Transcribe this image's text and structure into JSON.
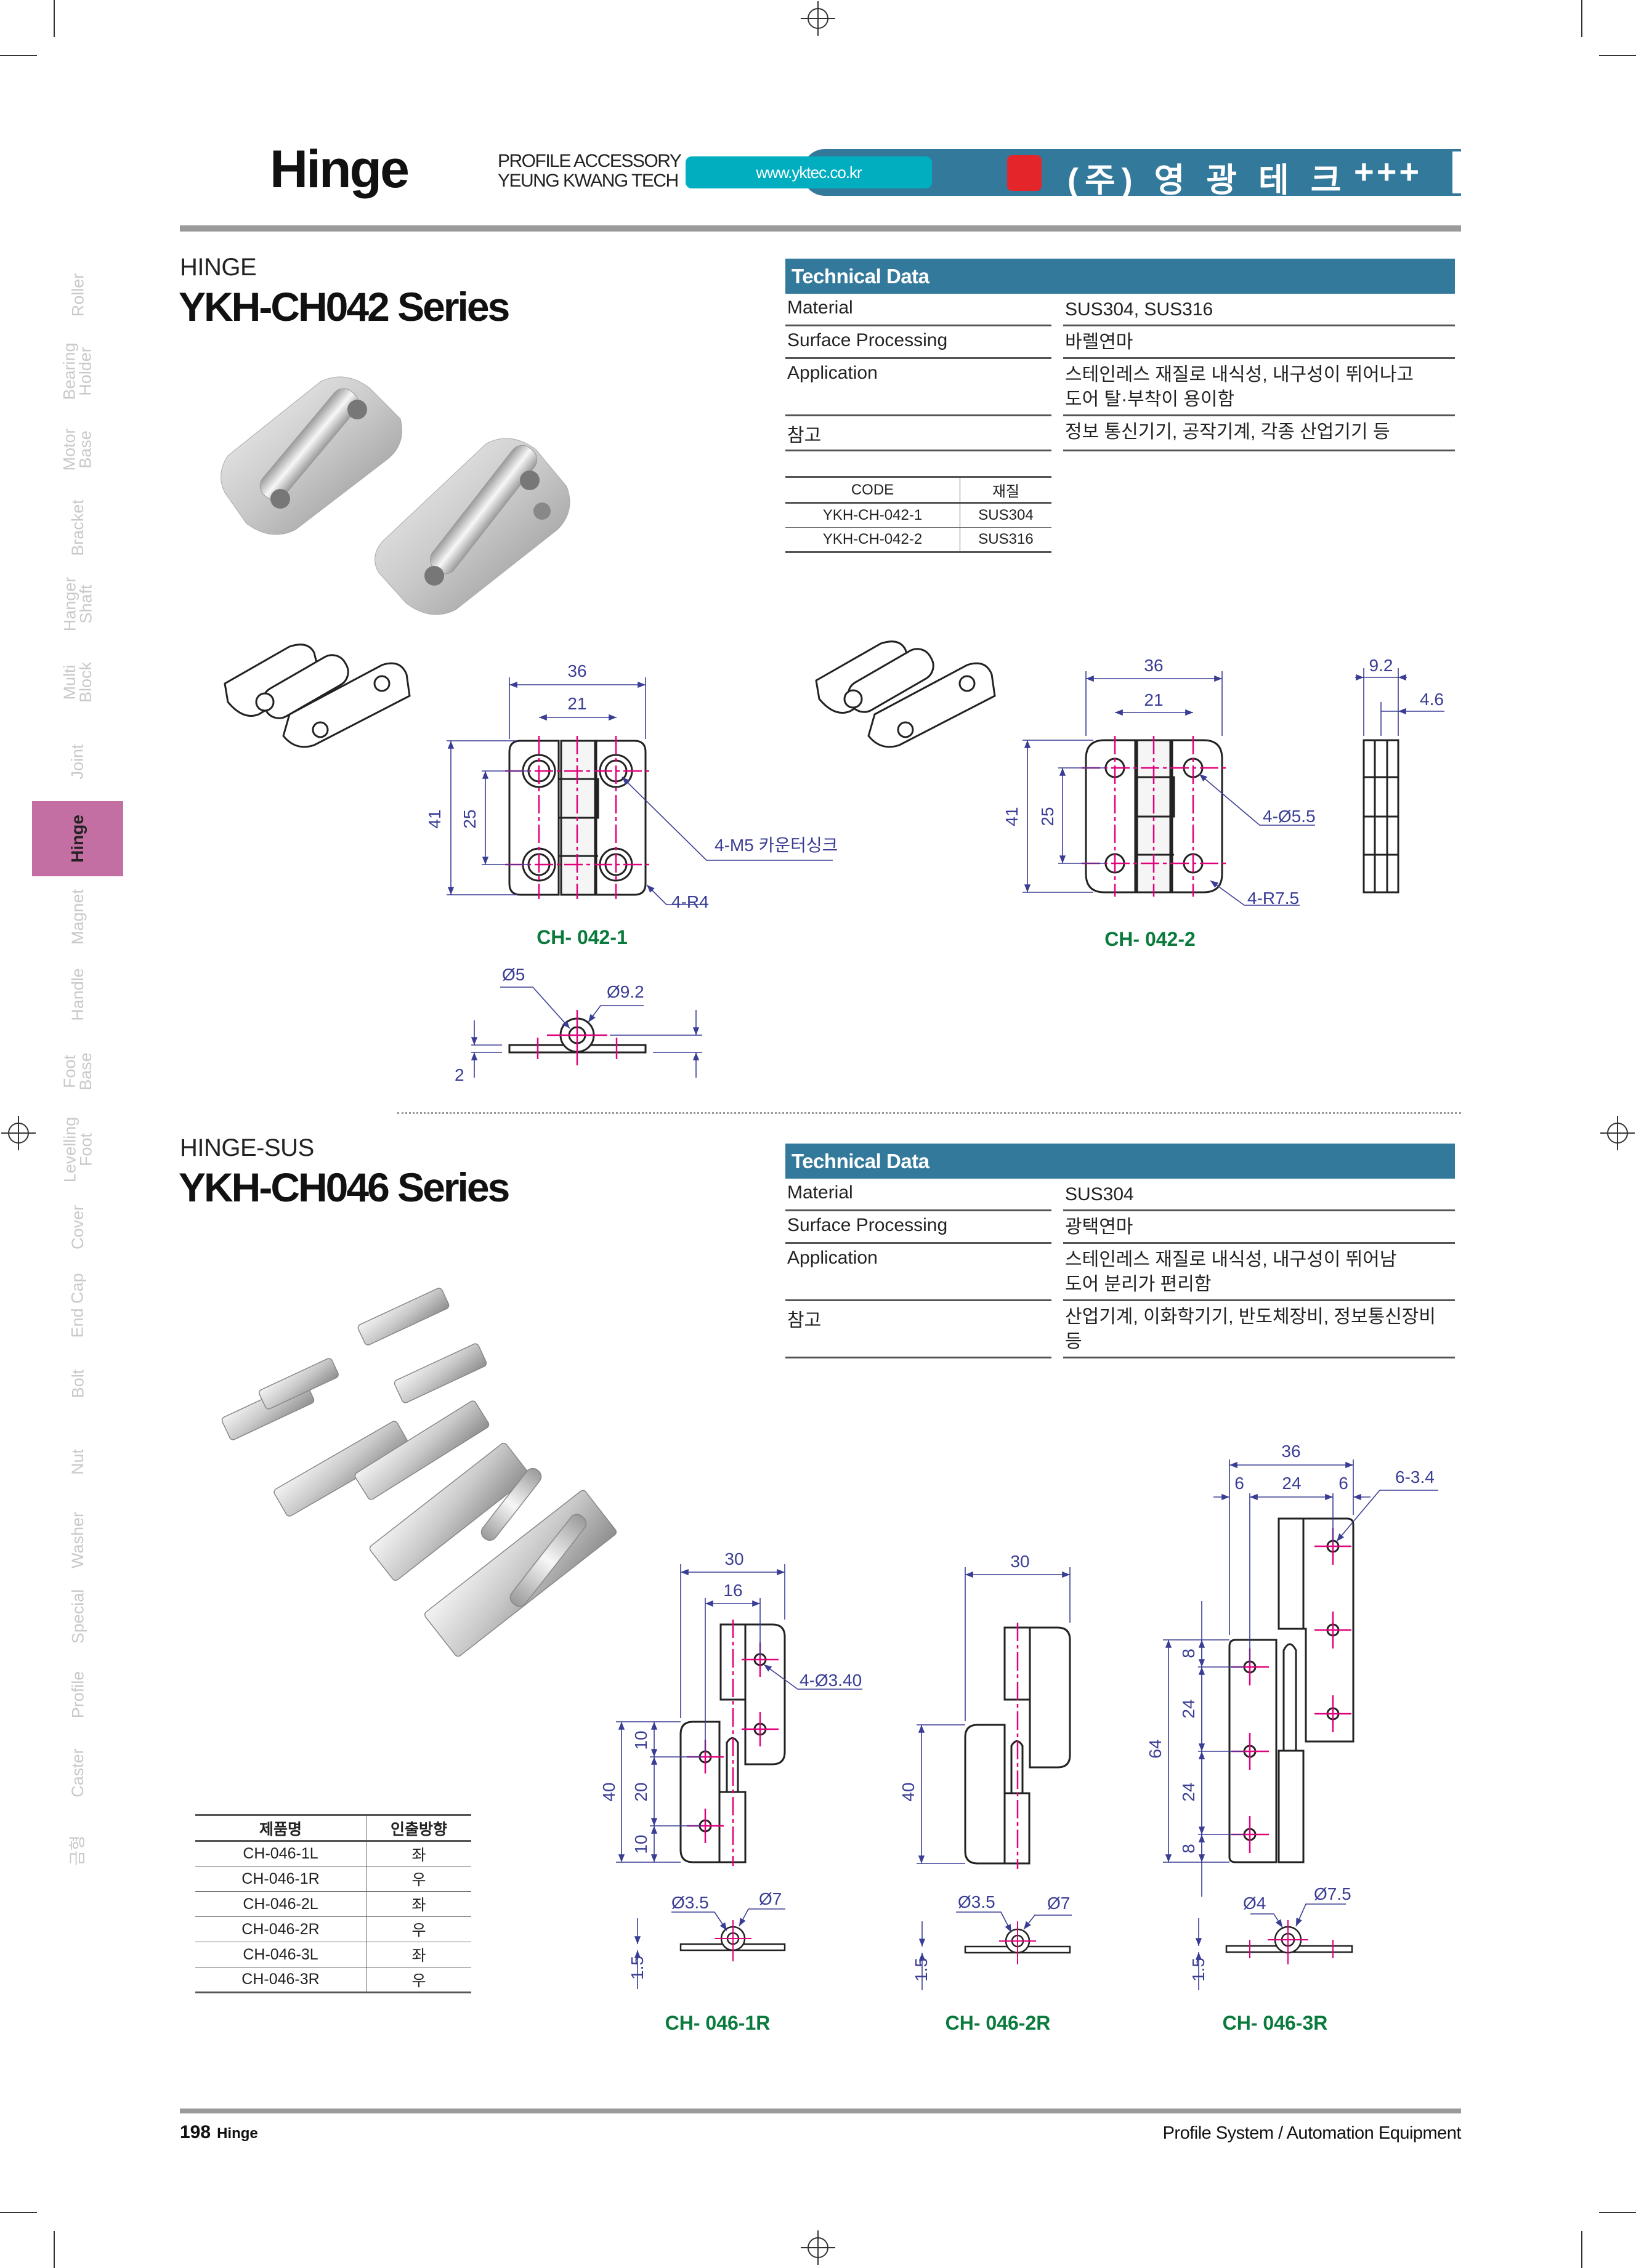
{
  "header": {
    "title": "Hinge",
    "sub_line1": "PROFILE ACCESSORY",
    "sub_line2": "YEUNG KWANG TECH",
    "url": "www.yktec.co.kr",
    "company": "(주) 영 광 테 크",
    "plus": "+++"
  },
  "sidebar": {
    "items": [
      {
        "label": "Roller"
      },
      {
        "label": "Bearing\nHolder"
      },
      {
        "label": "Motor\nBase"
      },
      {
        "label": "Bracket"
      },
      {
        "label": "Hanger\nShaft"
      },
      {
        "label": "Multi\nBlock"
      },
      {
        "label": "Joint"
      },
      {
        "label": "Hinge",
        "active": true
      },
      {
        "label": "Magnet"
      },
      {
        "label": "Handle"
      },
      {
        "label": "Foot\nBase"
      },
      {
        "label": "Levelling\nFoot"
      },
      {
        "label": "Cover"
      },
      {
        "label": "End Cap"
      },
      {
        "label": "Bolt"
      },
      {
        "label": "Nut"
      },
      {
        "label": "Washer"
      },
      {
        "label": "Special"
      },
      {
        "label": "Profile"
      },
      {
        "label": "Caster"
      },
      {
        "label": "금형"
      }
    ]
  },
  "s1": {
    "category": "HINGE",
    "title": "YKH-CH042 Series",
    "tech": {
      "header": "Technical Data",
      "rows": [
        {
          "label": "Material",
          "value": "SUS304, SUS316"
        },
        {
          "label": "Surface Processing",
          "value": "바렐연마"
        },
        {
          "label": "Application",
          "value": "스테인레스 재질로 내식성, 내구성이 뛰어나고",
          "value2": "도어 탈·부착이 용이함"
        },
        {
          "label": "참고",
          "value": "정보 통신기기, 공작기계, 각종 산업기기 등"
        }
      ]
    },
    "code_table": {
      "headers": [
        "CODE",
        "재질"
      ],
      "rows": [
        [
          "YKH-CH-042-1",
          "SUS304"
        ],
        [
          "YKH-CH-042-2",
          "SUS316"
        ]
      ]
    },
    "drawings": {
      "d1": {
        "label": "CH- 042-1",
        "w": "36",
        "pitch_x": "21",
        "h": "41",
        "pitch_y": "25",
        "hole": "4-M5 카운터싱크",
        "radius": "4-R4",
        "pin": "Ø5",
        "knuckle": "Ø9.2",
        "thick": "2"
      },
      "d2": {
        "label": "CH- 042-2",
        "w": "36",
        "pitch_x": "21",
        "h": "41",
        "pitch_y": "25",
        "hole": "4-Ø5.5",
        "radius": "4-R7.5",
        "side_w": "9.2",
        "side_half": "4.6"
      }
    }
  },
  "s2": {
    "category": "HINGE-SUS",
    "title": "YKH-CH046 Series",
    "tech": {
      "header": "Technical Data",
      "rows": [
        {
          "label": "Material",
          "value": "SUS304"
        },
        {
          "label": "Surface Processing",
          "value": "광택연마"
        },
        {
          "label": "Application",
          "value": "스테인레스 재질로 내식성, 내구성이 뛰어남",
          "value2": "도어 분리가 편리함"
        },
        {
          "label": "참고",
          "value": "산업기계, 이화학기기, 반도체장비, 정보통신장비 등"
        }
      ]
    },
    "product_table": {
      "headers": [
        "제품명",
        "인출방향"
      ],
      "rows": [
        [
          "CH-046-1L",
          "좌"
        ],
        [
          "CH-046-1R",
          "우"
        ],
        [
          "CH-046-2L",
          "좌"
        ],
        [
          "CH-046-2R",
          "우"
        ],
        [
          "CH-046-3L",
          "좌"
        ],
        [
          "CH-046-3R",
          "우"
        ]
      ]
    },
    "drawings": {
      "d1": {
        "label": "CH- 046-1R",
        "w": "30",
        "pitch_x": "16",
        "hole": "4-Ø3.40",
        "h": "40",
        "y1": "10",
        "y2": "20",
        "y3": "10",
        "pin": "Ø3.5",
        "knuckle": "Ø7",
        "thick": "1.5"
      },
      "d2": {
        "label": "CH- 046-2R",
        "w": "30",
        "h": "40",
        "pin": "Ø3.5",
        "knuckle": "Ø7",
        "thick": "1.5"
      },
      "d3": {
        "label": "CH- 046-3R",
        "w": "36",
        "x1": "6",
        "x2": "24",
        "x3": "6",
        "hole": "6-3.4",
        "h": "64",
        "y1": "8",
        "y2": "24",
        "y3": "24",
        "y4": "8",
        "pin": "Ø4",
        "knuckle": "Ø7.5",
        "thick": "1.5"
      }
    }
  },
  "footer": {
    "page": "198",
    "section": "Hinge",
    "right": "Profile System / Automation Equipment"
  },
  "colors": {
    "accent": "#33799b",
    "teal": "#00aec0",
    "sidebar_active": "#c46fa3",
    "dimension": "#3a3d94",
    "centerline": "#e0007a",
    "label": "#0a7a3d"
  }
}
